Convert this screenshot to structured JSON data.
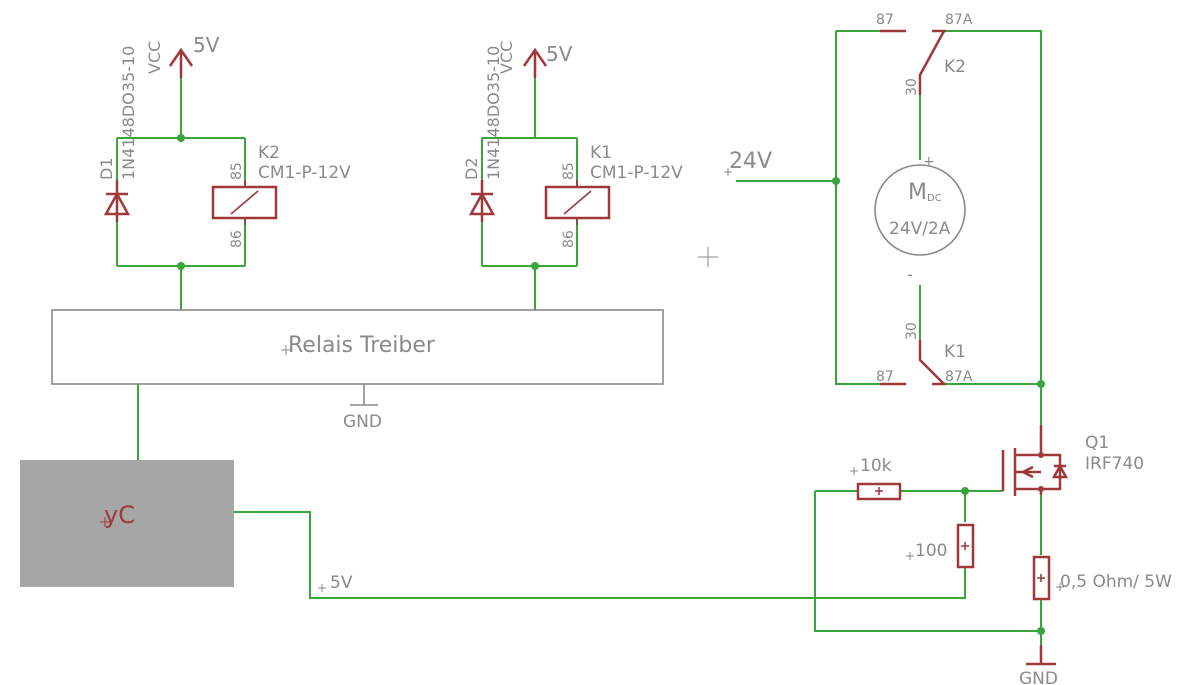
{
  "relay_left": {
    "diode_name": "D1",
    "diode_value": "1N4148DO35-10",
    "supply_net": "VCC",
    "supply_label": "5V",
    "relay_name": "K2",
    "relay_value": "CM1-P-12V",
    "pin_top": "85",
    "pin_bottom": "86"
  },
  "relay_right": {
    "diode_name": "D2",
    "diode_value": "1N4148DO35-10",
    "supply_net": "VCC",
    "supply_label": "5V",
    "relay_name": "K1",
    "relay_value": "CM1-P-12V",
    "pin_top": "85",
    "pin_bottom": "86"
  },
  "driver": {
    "label": "Relais Treiber",
    "gnd_label": "GND"
  },
  "controller": {
    "label": "yC",
    "net_label": "5V"
  },
  "supply_24v": {
    "label": "24V"
  },
  "contact_k2": {
    "name": "K2",
    "pin_no": "87",
    "pin_nc": "87A",
    "pin_com": "30"
  },
  "contact_k1": {
    "name": "K1",
    "pin_no": "87",
    "pin_nc": "87A",
    "pin_com": "30"
  },
  "motor": {
    "label_main": "M",
    "label_sub": "DC",
    "rating": "24V/2A",
    "plus": "+",
    "minus": "-"
  },
  "mosfet": {
    "name": "Q1",
    "value": "IRF740"
  },
  "resistors": {
    "r_gate": "10k",
    "r_pulldown": "100",
    "r_shunt": "0,5 Ohm/ 5W"
  },
  "ground_bottom": {
    "label": "GND"
  },
  "colors": {
    "wire": "#3aa53a",
    "symbol": "#a0383a",
    "text": "#8a8a8a",
    "uc_fill": "#a6a6a6",
    "uc_text": "#a0383a"
  }
}
